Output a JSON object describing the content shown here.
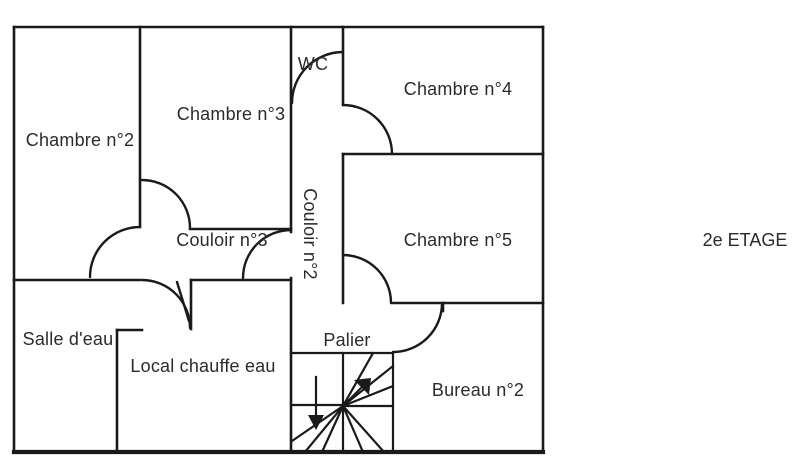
{
  "floor_plan": {
    "floor_label": "2e ETAGE",
    "rooms": {
      "chambre2": {
        "label": "Chambre n°2"
      },
      "chambre3": {
        "label": "Chambre n°3"
      },
      "chambre4": {
        "label": "Chambre n°4"
      },
      "chambre5": {
        "label": "Chambre n°5"
      },
      "wc": {
        "label": "WC"
      },
      "couloir3": {
        "label": "Couloir n°3"
      },
      "couloir2": {
        "label": "Couloir n°2"
      },
      "salle_deau": {
        "label": "Salle d'eau"
      },
      "local_chauffe_eau": {
        "label": "Local chauffe eau"
      },
      "palier": {
        "label": "Palier"
      },
      "bureau2": {
        "label": "Bureau n°2"
      }
    },
    "colors": {
      "wall": "#1a1a1a",
      "text": "#2b2b2b",
      "background": "#ffffff"
    }
  }
}
